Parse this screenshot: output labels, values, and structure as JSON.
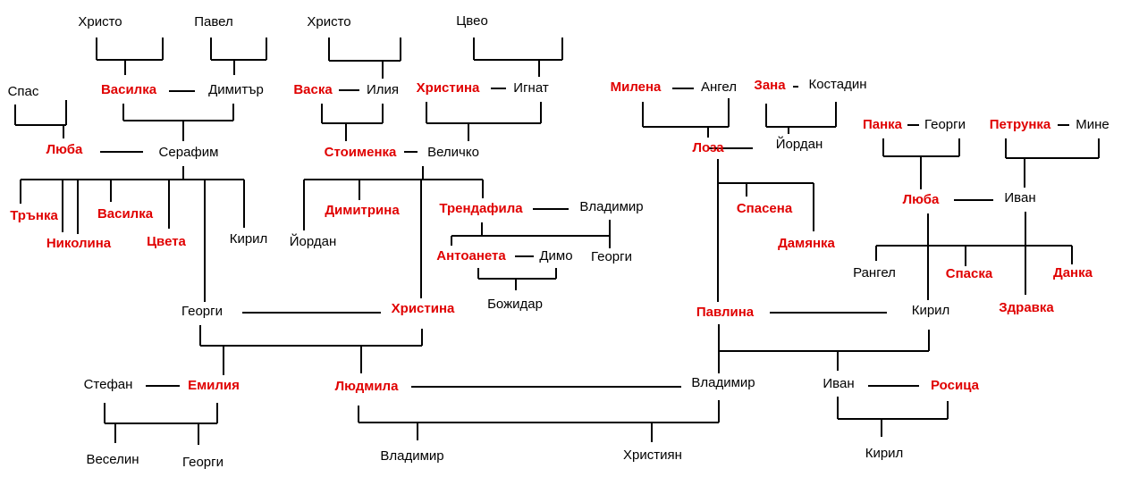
{
  "colors": {
    "female": "#e00000",
    "male": "#000000",
    "line": "#000000",
    "background": "#ffffff"
  },
  "people": [
    {
      "id": "hristo1",
      "name": "Христо",
      "gender": "m"
    },
    {
      "id": "pavel",
      "name": "Павел",
      "gender": "m"
    },
    {
      "id": "hristo2",
      "name": "Христо",
      "gender": "m"
    },
    {
      "id": "tsveo",
      "name": "Цвео",
      "gender": "m"
    },
    {
      "id": "spas",
      "name": "Спас",
      "gender": "m"
    },
    {
      "id": "vasilka1",
      "name": "Василка",
      "gender": "f"
    },
    {
      "id": "dimitar",
      "name": "Димитър",
      "gender": "m"
    },
    {
      "id": "vaska",
      "name": "Васка",
      "gender": "f"
    },
    {
      "id": "iliya",
      "name": "Илия",
      "gender": "m"
    },
    {
      "id": "hristina1",
      "name": "Христина",
      "gender": "f"
    },
    {
      "id": "ignat",
      "name": "Игнат",
      "gender": "m"
    },
    {
      "id": "milena",
      "name": "Милена",
      "gender": "f"
    },
    {
      "id": "angel",
      "name": "Ангел",
      "gender": "m"
    },
    {
      "id": "zana",
      "name": "Зана",
      "gender": "f"
    },
    {
      "id": "kostadin",
      "name": "Костадин",
      "gender": "m"
    },
    {
      "id": "panka",
      "name": "Панка",
      "gender": "f"
    },
    {
      "id": "georgi1",
      "name": "Георги",
      "gender": "m"
    },
    {
      "id": "petrunka",
      "name": "Петрунка",
      "gender": "f"
    },
    {
      "id": "mine",
      "name": "Мине",
      "gender": "m"
    },
    {
      "id": "lyuba1",
      "name": "Люба",
      "gender": "f"
    },
    {
      "id": "serafim",
      "name": "Серафим",
      "gender": "m"
    },
    {
      "id": "stoimenka",
      "name": "Стоименка",
      "gender": "f"
    },
    {
      "id": "velichko",
      "name": "Величко",
      "gender": "m"
    },
    {
      "id": "loza",
      "name": "Лоза",
      "gender": "f"
    },
    {
      "id": "yordan1",
      "name": "Йордан",
      "gender": "m"
    },
    {
      "id": "lyuba2",
      "name": "Люба",
      "gender": "f"
    },
    {
      "id": "ivan1",
      "name": "Иван",
      "gender": "m"
    },
    {
      "id": "trunka",
      "name": "Трънка",
      "gender": "f"
    },
    {
      "id": "nikolina",
      "name": "Николина",
      "gender": "f"
    },
    {
      "id": "vasilka2",
      "name": "Василка",
      "gender": "f"
    },
    {
      "id": "tsveta",
      "name": "Цвета",
      "gender": "f"
    },
    {
      "id": "kiril1",
      "name": "Кирил",
      "gender": "m"
    },
    {
      "id": "yordan2",
      "name": "Йордан",
      "gender": "m"
    },
    {
      "id": "dimitrina",
      "name": "Димитрина",
      "gender": "f"
    },
    {
      "id": "trendafila",
      "name": "Трендафила",
      "gender": "f"
    },
    {
      "id": "vladimir1",
      "name": "Владимир",
      "gender": "m"
    },
    {
      "id": "antoaneta",
      "name": "Антоанета",
      "gender": "f"
    },
    {
      "id": "dimo",
      "name": "Димо",
      "gender": "m"
    },
    {
      "id": "georgi2",
      "name": "Георги",
      "gender": "m"
    },
    {
      "id": "bozhidar",
      "name": "Божидар",
      "gender": "m"
    },
    {
      "id": "spasena",
      "name": "Спасена",
      "gender": "f"
    },
    {
      "id": "damyanka",
      "name": "Дамянка",
      "gender": "f"
    },
    {
      "id": "rangel",
      "name": "Рангел",
      "gender": "m"
    },
    {
      "id": "spaska",
      "name": "Спаска",
      "gender": "f"
    },
    {
      "id": "danka",
      "name": "Данка",
      "gender": "f"
    },
    {
      "id": "zdravka",
      "name": "Здравка",
      "gender": "f"
    },
    {
      "id": "georgi3",
      "name": "Георги",
      "gender": "m"
    },
    {
      "id": "hristina2",
      "name": "Христина",
      "gender": "f"
    },
    {
      "id": "pavlina",
      "name": "Павлина",
      "gender": "f"
    },
    {
      "id": "kiril2",
      "name": "Кирил",
      "gender": "m"
    },
    {
      "id": "stefan",
      "name": "Стефан",
      "gender": "m"
    },
    {
      "id": "emiliya",
      "name": "Емилия",
      "gender": "f"
    },
    {
      "id": "lyudmila",
      "name": "Людмила",
      "gender": "f"
    },
    {
      "id": "vladimir2",
      "name": "Владимир",
      "gender": "m"
    },
    {
      "id": "ivan2",
      "name": "Иван",
      "gender": "m"
    },
    {
      "id": "rositsa",
      "name": "Росица",
      "gender": "f"
    },
    {
      "id": "veselin",
      "name": "Веселин",
      "gender": "m"
    },
    {
      "id": "georgi4",
      "name": "Георги",
      "gender": "m"
    },
    {
      "id": "vladimir3",
      "name": "Владимир",
      "gender": "m"
    },
    {
      "id": "hristian",
      "name": "Християн",
      "gender": "m"
    },
    {
      "id": "kiril3",
      "name": "Кирил",
      "gender": "m"
    }
  ],
  "couples": [
    {
      "a": "vasilka1",
      "b": "dimitar"
    },
    {
      "a": "vaska",
      "b": "iliya"
    },
    {
      "a": "hristina1",
      "b": "ignat"
    },
    {
      "a": "milena",
      "b": "angel"
    },
    {
      "a": "zana",
      "b": "kostadin"
    },
    {
      "a": "panka",
      "b": "georgi1"
    },
    {
      "a": "petrunka",
      "b": "mine"
    },
    {
      "a": "lyuba1",
      "b": "serafim"
    },
    {
      "a": "stoimenka",
      "b": "velichko"
    },
    {
      "a": "loza",
      "b": "yordan1"
    },
    {
      "a": "lyuba2",
      "b": "ivan1"
    },
    {
      "a": "trendafila",
      "b": "vladimir1"
    },
    {
      "a": "antoaneta",
      "b": "dimo"
    },
    {
      "a": "georgi3",
      "b": "hristina2"
    },
    {
      "a": "pavlina",
      "b": "kiril2"
    },
    {
      "a": "stefan",
      "b": "emiliya"
    },
    {
      "a": "lyudmila",
      "b": "vladimir2"
    },
    {
      "a": "ivan2",
      "b": "rositsa"
    }
  ],
  "families": [
    {
      "parents": [
        "hristo1"
      ],
      "children": [
        "vasilka1"
      ]
    },
    {
      "parents": [
        "pavel"
      ],
      "children": [
        "dimitar"
      ]
    },
    {
      "parents": [
        "hristo2"
      ],
      "children": [
        "iliya"
      ]
    },
    {
      "parents": [
        "tsveo"
      ],
      "children": [
        "ignat"
      ]
    },
    {
      "parents": [
        "spas"
      ],
      "children": [
        "lyuba1"
      ]
    },
    {
      "parents": [
        "vasilka1",
        "dimitar"
      ],
      "children": [
        "serafim"
      ]
    },
    {
      "parents": [
        "vaska",
        "iliya"
      ],
      "children": [
        "stoimenka"
      ]
    },
    {
      "parents": [
        "hristina1",
        "ignat"
      ],
      "children": [
        "velichko"
      ]
    },
    {
      "parents": [
        "milena",
        "angel"
      ],
      "children": [
        "loza"
      ]
    },
    {
      "parents": [
        "zana",
        "kostadin"
      ],
      "children": [
        "yordan1"
      ]
    },
    {
      "parents": [
        "panka",
        "georgi1"
      ],
      "children": [
        "lyuba2"
      ]
    },
    {
      "parents": [
        "petrunka",
        "mine"
      ],
      "children": [
        "ivan1"
      ]
    },
    {
      "parents": [
        "lyuba1",
        "serafim"
      ],
      "children": [
        "trunka",
        "nikolina",
        "vasilka2",
        "tsveta",
        "georgi3",
        "kiril1"
      ]
    },
    {
      "parents": [
        "stoimenka",
        "velichko"
      ],
      "children": [
        "yordan2",
        "dimitrina",
        "hristina2",
        "trendafila"
      ]
    },
    {
      "parents": [
        "trendafila",
        "vladimir1"
      ],
      "children": [
        "antoaneta",
        "georgi2"
      ]
    },
    {
      "parents": [
        "antoaneta",
        "dimo"
      ],
      "children": [
        "bozhidar"
      ]
    },
    {
      "parents": [
        "loza",
        "yordan1"
      ],
      "children": [
        "pavlina",
        "spasena",
        "damyanka"
      ]
    },
    {
      "parents": [
        "lyuba2",
        "ivan1"
      ],
      "children": [
        "rangel",
        "kiril2",
        "spaska",
        "zdravka",
        "danka"
      ]
    },
    {
      "parents": [
        "georgi3",
        "hristina2"
      ],
      "children": [
        "emiliya",
        "lyudmila"
      ]
    },
    {
      "parents": [
        "pavlina",
        "kiril2"
      ],
      "children": [
        "vladimir2",
        "ivan2"
      ]
    },
    {
      "parents": [
        "stefan",
        "emiliya"
      ],
      "children": [
        "veselin",
        "georgi4"
      ]
    },
    {
      "parents": [
        "lyudmila",
        "vladimir2"
      ],
      "children": [
        "vladimir3",
        "hristian"
      ]
    },
    {
      "parents": [
        "ivan2",
        "rositsa"
      ],
      "children": [
        "kiril3"
      ]
    }
  ]
}
